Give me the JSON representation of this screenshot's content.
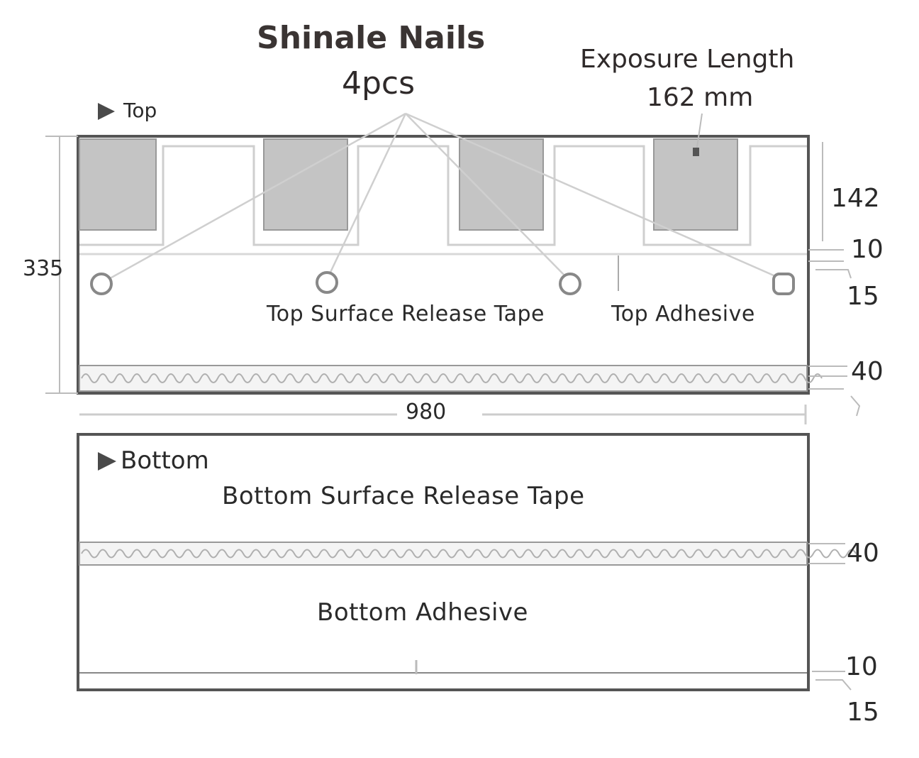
{
  "title": "Shinale Nails",
  "nail_count": "4pcs",
  "exposure": {
    "label": "Exposure Length",
    "value": "162 mm"
  },
  "top_view": {
    "label": "Top",
    "release_tape": "Top Surface Release Tape",
    "adhesive": "Top Adhesive"
  },
  "bottom_view": {
    "label": "Bottom",
    "release_tape": "Bottom Surface Release Tape",
    "adhesive": "Bottom Adhesive"
  },
  "dimensions": {
    "height": "335",
    "width": "980",
    "top_exposure": "142",
    "top_gap": "10",
    "top_offset": "15",
    "top_strip": "40",
    "bottom_strip": "40",
    "bottom_gap": "10",
    "bottom_offset": "15"
  },
  "colors": {
    "outline": "#555555",
    "tab_fill": "#c4c4c4",
    "leader": "#c8c8c8"
  }
}
